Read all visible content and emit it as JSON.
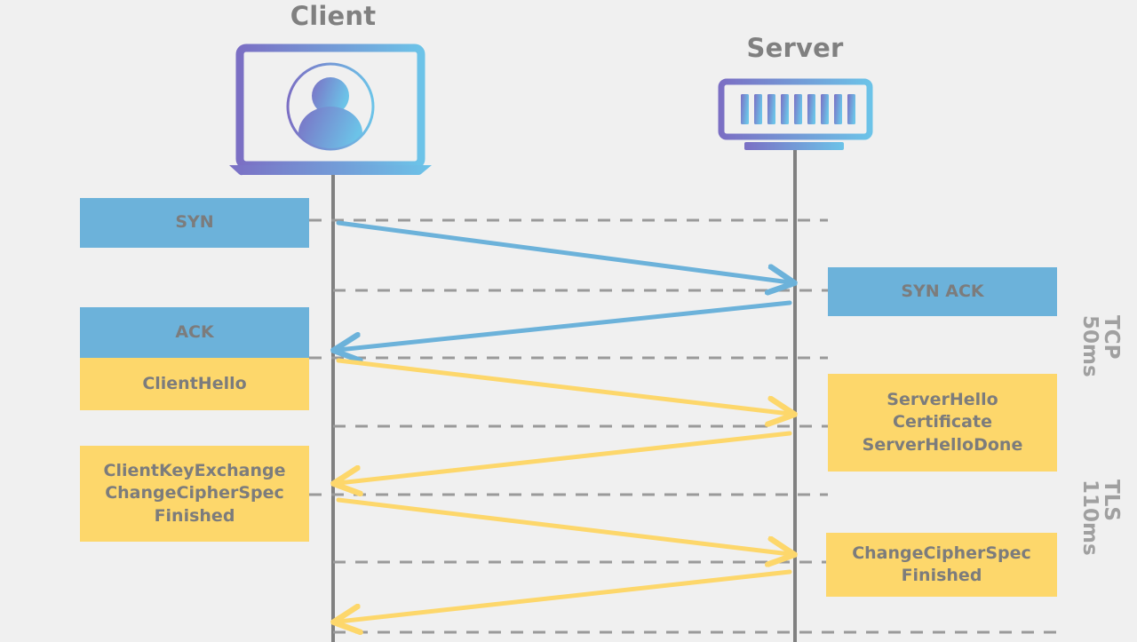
{
  "diagram": {
    "title_client": "Client",
    "title_server": "Server",
    "background_color": "#f0f0f0",
    "tcp_color": "#6cb2da",
    "tls_color": "#fdd76b",
    "text_color": "#7c7c7c",
    "lifeline_color": "#808080",
    "gradient_from": "#7b6fc4",
    "gradient_to": "#6cc3e8"
  },
  "actors": [
    {
      "name": "Client",
      "icon": "laptop-user-icon"
    },
    {
      "name": "Server",
      "icon": "server-rack-icon"
    }
  ],
  "client_messages": [
    {
      "id": "syn",
      "protocol": "TCP",
      "lines": [
        "SYN"
      ]
    },
    {
      "id": "ack",
      "protocol": "TCP",
      "lines": [
        "ACK"
      ]
    },
    {
      "id": "client-hello",
      "protocol": "TLS",
      "lines": [
        "ClientHello"
      ]
    },
    {
      "id": "client-key-exchange",
      "protocol": "TLS",
      "lines": [
        "ClientKeyExchange",
        "ChangeCipherSpec",
        "Finished"
      ]
    }
  ],
  "server_messages": [
    {
      "id": "syn-ack",
      "protocol": "TCP",
      "lines": [
        "SYN ACK"
      ]
    },
    {
      "id": "server-hello",
      "protocol": "TLS",
      "lines": [
        "ServerHello",
        "Certificate",
        "ServerHelloDone"
      ]
    },
    {
      "id": "server-change-cipher-spec",
      "protocol": "TLS",
      "lines": [
        "ChangeCipherSpec",
        "Finished"
      ]
    }
  ],
  "phases": [
    {
      "id": "tcp",
      "protocol": "TCP",
      "duration": "50ms"
    },
    {
      "id": "tls",
      "protocol": "TLS",
      "duration": "110ms"
    }
  ],
  "arrows": [
    {
      "id": "arrow-syn",
      "direction": "client-to-server",
      "protocol": "TCP"
    },
    {
      "id": "arrow-syn-ack",
      "direction": "server-to-client",
      "protocol": "TCP"
    },
    {
      "id": "arrow-client-hello",
      "direction": "client-to-server",
      "protocol": "TLS"
    },
    {
      "id": "arrow-server-hello",
      "direction": "server-to-client",
      "protocol": "TLS"
    },
    {
      "id": "arrow-client-key-exchange",
      "direction": "client-to-server",
      "protocol": "TLS"
    },
    {
      "id": "arrow-server-finished",
      "direction": "server-to-client",
      "protocol": "TLS"
    }
  ]
}
